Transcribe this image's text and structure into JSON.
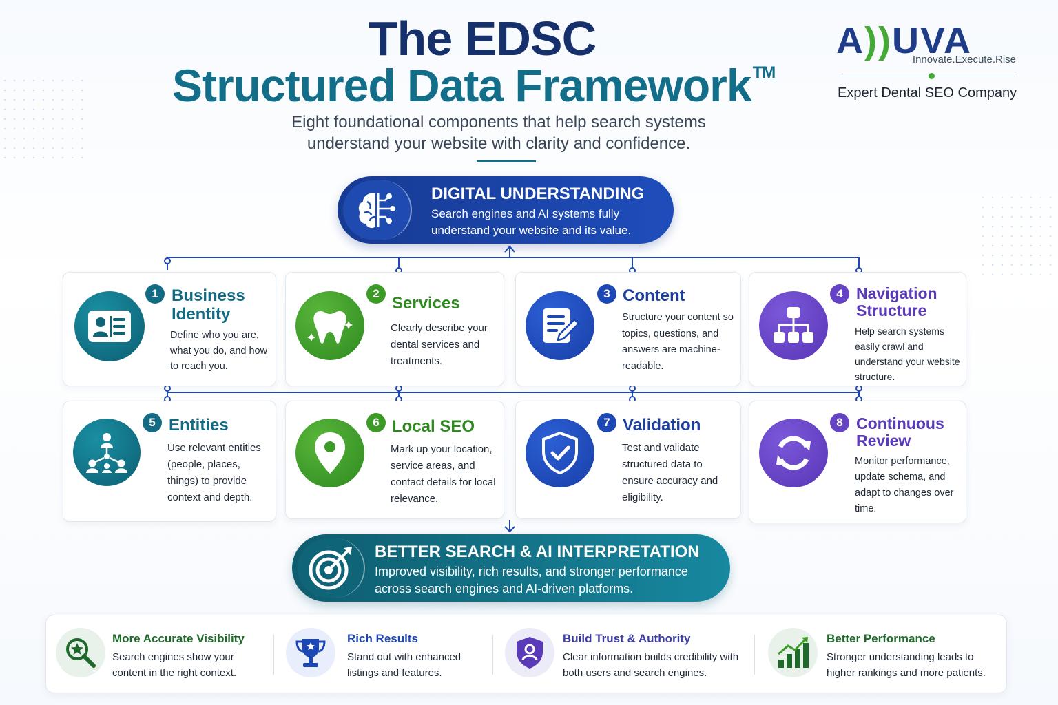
{
  "header": {
    "title_line1": "The EDSC",
    "title_line2": "Structured Data Framework",
    "trademark": "TM",
    "subtitle_line1": "Eight foundational components that help search systems",
    "subtitle_line2": "understand your website with clarity and confidence."
  },
  "logo": {
    "word_a": "A",
    "word_mark": "))",
    "word_rest": "UVA",
    "tagline": "Innovate.Execute.Rise",
    "company": "Expert Dental SEO Company"
  },
  "top_banner": {
    "heading": "DIGITAL UNDERSTANDING",
    "text": "Search engines and AI systems fully understand your website and its value.",
    "icon": "brain-circuit-icon"
  },
  "components": [
    {
      "number": "1",
      "title": "Business Identity",
      "description": "Define who you are, what you do, and how to reach you.",
      "icon": "id-card-icon",
      "color": "#126b83"
    },
    {
      "number": "2",
      "title": "Services",
      "description": "Clearly describe your dental services and treatments.",
      "icon": "tooth-icon",
      "color": "#3c9a27"
    },
    {
      "number": "3",
      "title": "Content",
      "description": "Structure your content so topics, questions, and answers are machine-readable.",
      "icon": "document-edit-icon",
      "color": "#1d47b5"
    },
    {
      "number": "4",
      "title": "Navigation Structure",
      "description": "Help search systems easily crawl and understand your website structure.",
      "icon": "sitemap-icon",
      "color": "#6543c4"
    },
    {
      "number": "5",
      "title": "Entities",
      "description": "Use relevant entities (people, places, things) to provide context and depth.",
      "icon": "network-people-icon",
      "color": "#126b83"
    },
    {
      "number": "6",
      "title": "Local SEO",
      "description": "Mark up your location, service areas, and contact details for local relevance.",
      "icon": "map-pin-icon",
      "color": "#3c9a27"
    },
    {
      "number": "7",
      "title": "Validation",
      "description": "Test and validate structured data to ensure accuracy and eligibility.",
      "icon": "shield-check-icon",
      "color": "#1d47b5"
    },
    {
      "number": "8",
      "title": "Continuous Review",
      "description": "Monitor performance, update schema, and adapt to changes over time.",
      "icon": "refresh-cycle-icon",
      "color": "#6543c4"
    }
  ],
  "bottom_banner": {
    "heading": "BETTER SEARCH & AI INTERPRETATION",
    "text": "Improved visibility, rich results, and stronger performance across search engines and AI-driven platforms.",
    "icon": "target-arrow-icon"
  },
  "benefits": [
    {
      "title": "More Accurate Visibility",
      "description": "Search engines show your content in the right context.",
      "icon": "magnifier-star-icon",
      "color": "#1f6a2a"
    },
    {
      "title": "Rich Results",
      "description": "Stand out with enhanced listings and features.",
      "icon": "trophy-icon",
      "color": "#1d47b5"
    },
    {
      "title": "Build Trust & Authority",
      "description": "Clear information builds credibility with both users and search engines.",
      "icon": "shield-user-icon",
      "color": "#3b3ba6"
    },
    {
      "title": "Better Performance",
      "description": "Stronger understanding leads to higher rankings and more patients.",
      "icon": "growth-chart-icon",
      "color": "#1f6a2a"
    }
  ]
}
